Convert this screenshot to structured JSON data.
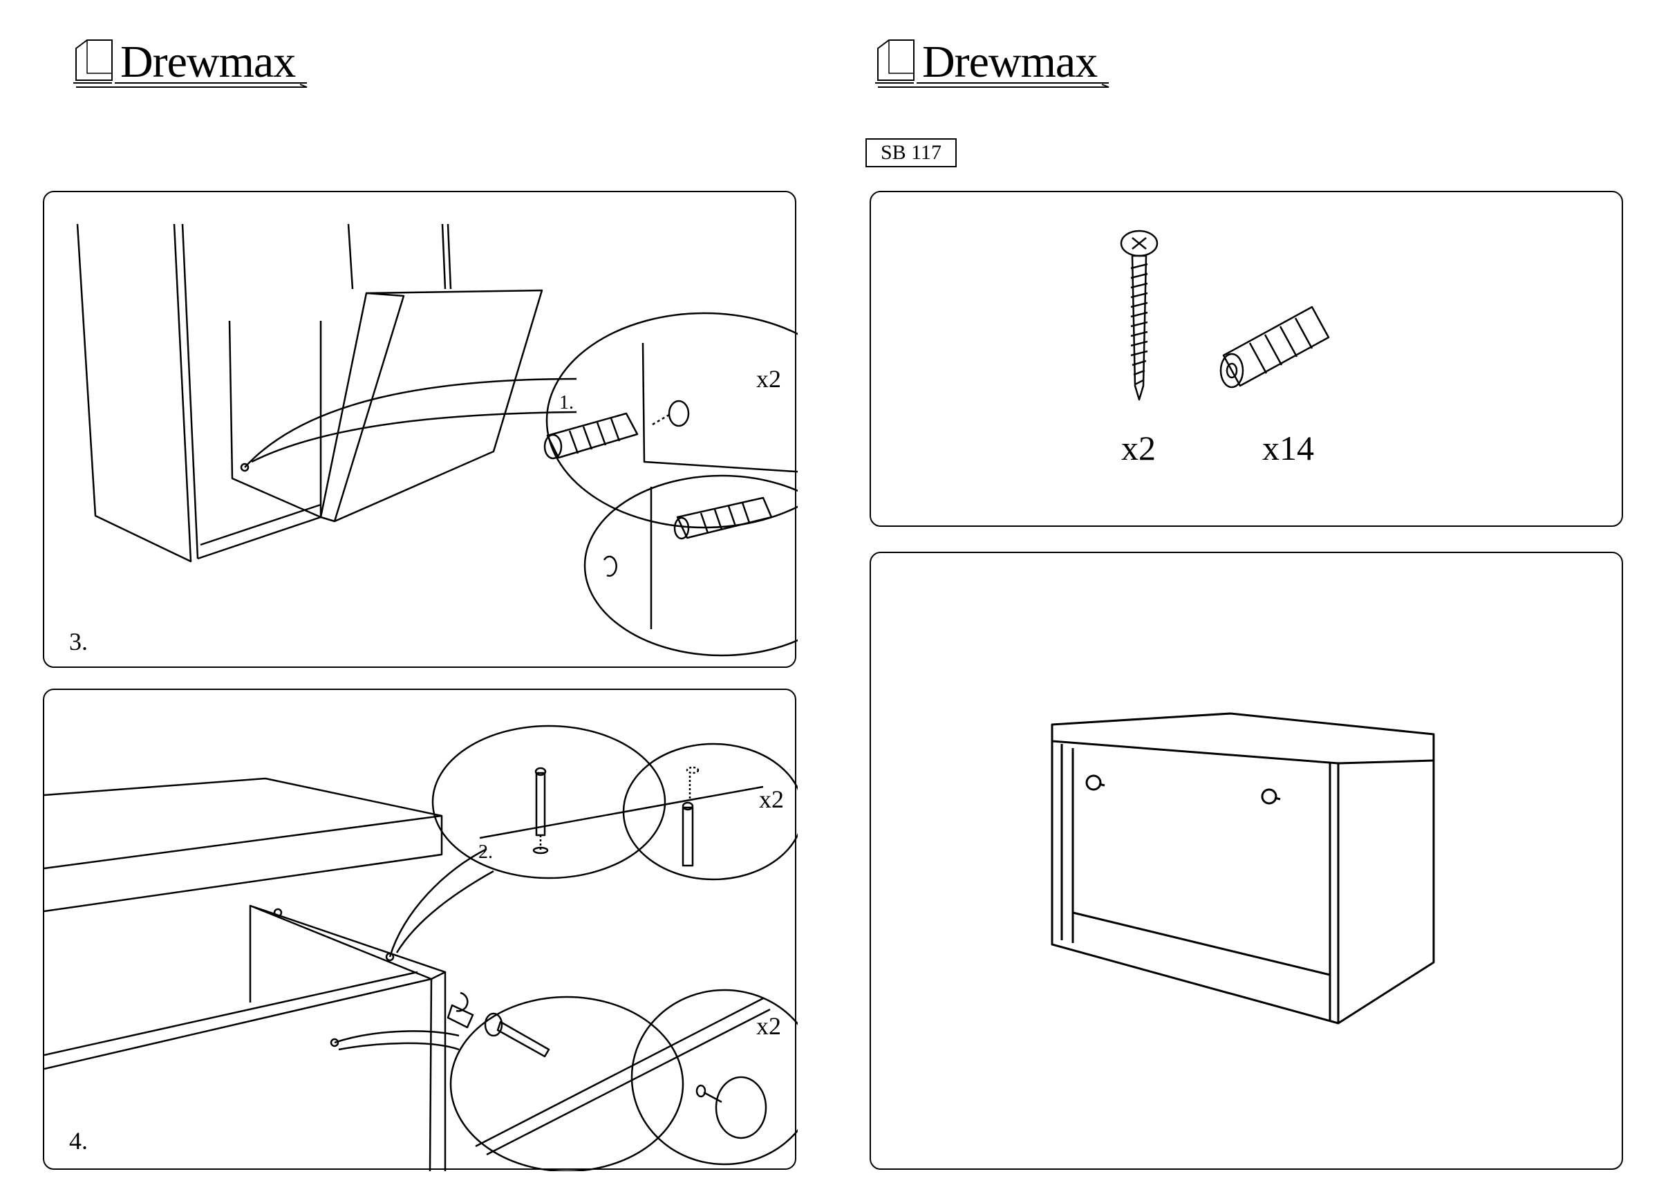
{
  "brand": {
    "name": "Drewmax"
  },
  "model_code": "SB 117",
  "step3": {
    "number": "3.",
    "qty": "x2",
    "sub_step": "1."
  },
  "step4": {
    "number": "4.",
    "qty_top": "x2",
    "qty_bottom": "x2",
    "sub_step": "2."
  },
  "parts": {
    "screw_qty": "x2",
    "dowel_qty": "x14"
  }
}
